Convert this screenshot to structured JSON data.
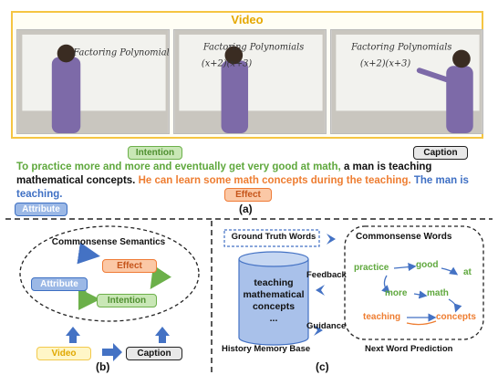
{
  "video": {
    "title": "Video"
  },
  "tags": {
    "intention": "Intention",
    "caption": "Caption",
    "effect": "Effect",
    "attribute": "Attribute"
  },
  "caption_sentence": {
    "intention_part": "To practice more and more and eventually get very good at math,",
    "caption_part": "a man is teaching mathematical concepts.",
    "effect_part": "He can learn some math concepts during the teaching.",
    "attribute_part": "The man is teaching."
  },
  "frames": {
    "f1": "Factoring Polynomials",
    "f2a": "Factoring Polynomials",
    "f2b": "(x+2)(x+3)",
    "f3a": "Factoring Polynomials",
    "f3b": "(x+2)(x+3)"
  },
  "panels": {
    "a": "(a)",
    "b": "(b)",
    "c": "(c)"
  },
  "panel_b": {
    "title": "Commonsense Semantics",
    "effect": "Effect",
    "attribute": "Attribute",
    "intention": "Intention",
    "video": "Video",
    "caption": "Caption"
  },
  "panel_c": {
    "ground_truth": "Ground Truth Words",
    "feedback": "Feedback",
    "guidance": "Guidance",
    "memory_lines": [
      "teaching",
      "mathematical",
      "concepts",
      "..."
    ],
    "memory_label": "History Memory Base",
    "cs_words_title": "Commonsense Words",
    "words": {
      "practice": "practice",
      "good": "good",
      "at": "at",
      "more": "more",
      "math": "math",
      "teaching": "teaching",
      "concepts": "concepts"
    },
    "next_word_label": "Next Word Prediction"
  },
  "colors": {
    "green": "#5fa83d",
    "orange": "#ee7d31",
    "blue": "#3f70c4",
    "yellow": "#f2c94c",
    "arrow_blue": "#4472c4"
  }
}
